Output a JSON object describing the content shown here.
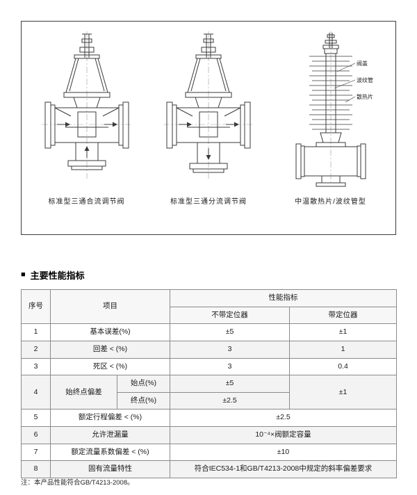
{
  "figure": {
    "valve1_label": "标准型三通合流调节阀",
    "valve2_label": "标准型三通分流调节阀",
    "valve3_label": "中温散热片/波纹管型",
    "callouts": {
      "bonnet": "阀盖",
      "bellows": "波纹管",
      "fins": "散热片"
    }
  },
  "section": {
    "bullet": "■",
    "title": "主要性能指标"
  },
  "table": {
    "header": {
      "no": "序号",
      "item": "项目",
      "perf": "性能指标",
      "without_pos": "不带定位器",
      "with_pos": "带定位器"
    },
    "rows": {
      "r1": {
        "no": "1",
        "item": "基本误差(%)",
        "without": "±5",
        "with": "±1"
      },
      "r2": {
        "no": "2",
        "item": "回差 < (%)",
        "without": "3",
        "with": "1"
      },
      "r3": {
        "no": "3",
        "item": "死区 < (%)",
        "without": "3",
        "with": "0.4"
      },
      "r4": {
        "no": "4",
        "item": "始终点偏差",
        "sub1": "始点(%)",
        "sub1_without": "±5",
        "sub2": "终点(%)",
        "sub2_without": "±2.5",
        "with": "±1"
      },
      "r5": {
        "no": "5",
        "item": "额定行程偏差 < (%)",
        "value": "±2.5"
      },
      "r6": {
        "no": "6",
        "item": "允许泄漏量",
        "value": "10⁻⁴×阀额定容量"
      },
      "r7": {
        "no": "7",
        "item": "额定流量系数偏差 < (%)",
        "value": "±10"
      },
      "r8": {
        "no": "8",
        "item": "固有流量特性",
        "value": "符合IEC534-1和GB/T4213-2008中规定的斜率偏差要求"
      }
    }
  },
  "note": "注：本产品性能符合GB/T4213-2008。"
}
